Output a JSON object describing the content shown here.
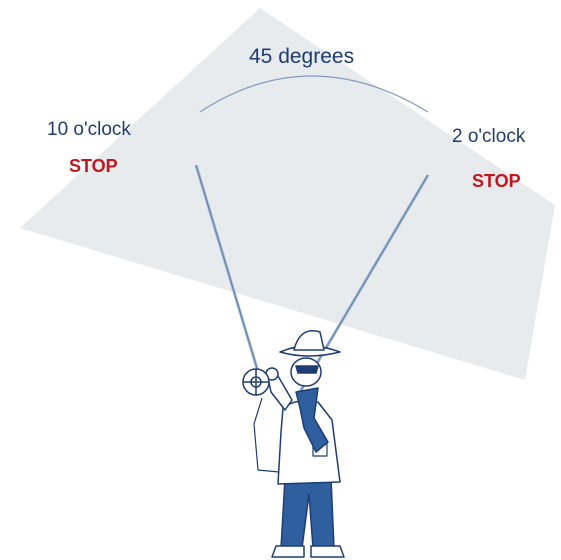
{
  "diagram": {
    "angle_label": "45 degrees",
    "left_position": {
      "label": "10 o'clock",
      "stop": "STOP"
    },
    "right_position": {
      "label": "2 o'clock",
      "stop": "STOP"
    }
  },
  "colors": {
    "plane": "#e8ebee",
    "label_blue": "#1f3d74",
    "stop_red": "#c4161c",
    "figure_blue": "#2f5f9e",
    "outline": "#1f3d74"
  },
  "icons": [
    "fly-fisherman-figure",
    "fishing-rod-icon",
    "fly-reel-icon"
  ]
}
